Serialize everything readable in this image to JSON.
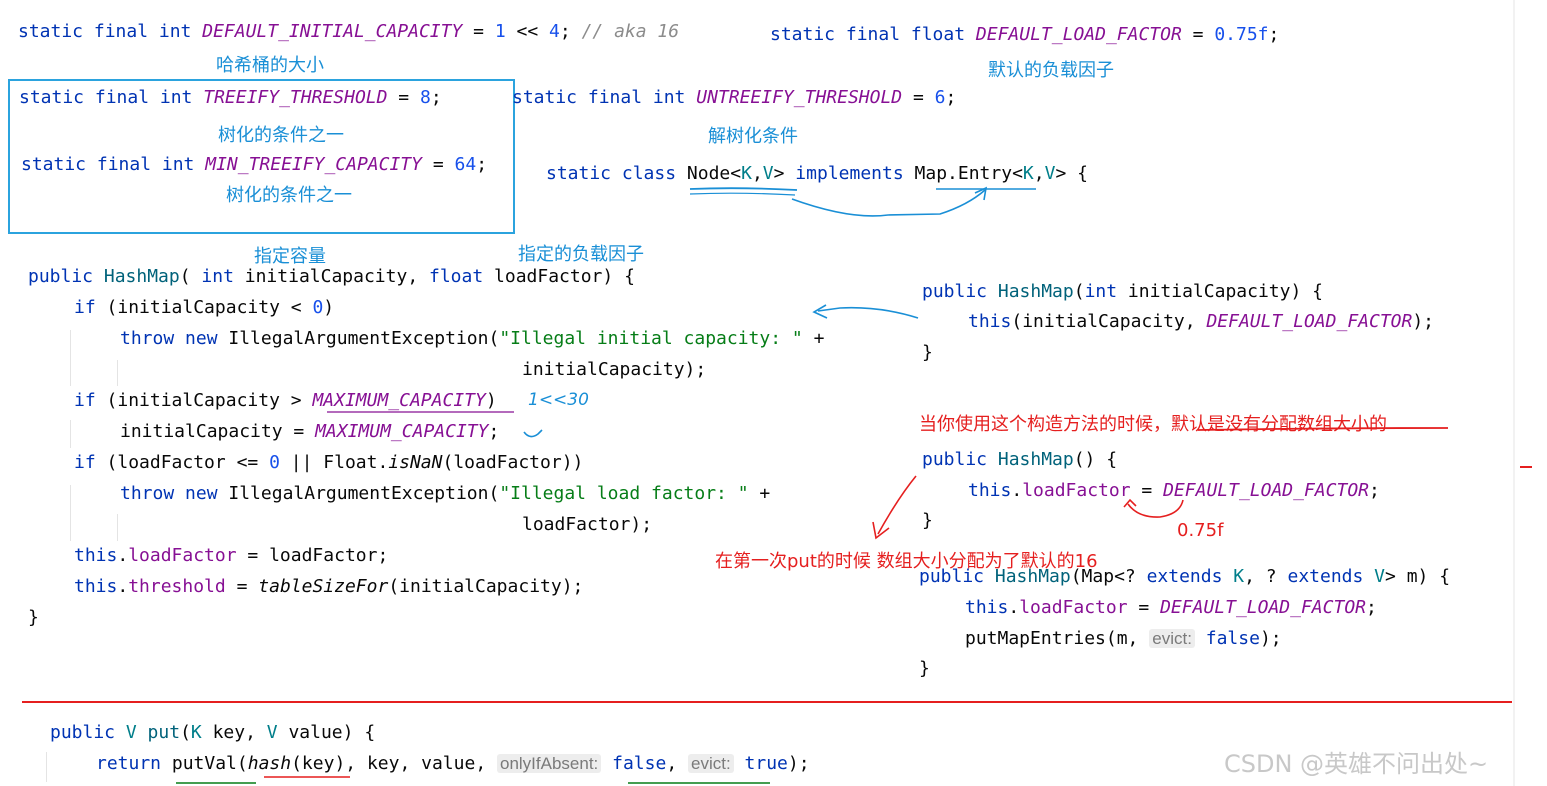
{
  "code": {
    "default_initial_capacity": {
      "prefix": "static final int ",
      "name": "DEFAULT_INITIAL_CAPACITY",
      "eq": " = ",
      "v1": "1",
      "op": " << ",
      "v2": "4",
      "semi": "; ",
      "comment": "// aka 16"
    },
    "default_load_factor": {
      "prefix": "static final float ",
      "name": "DEFAULT_LOAD_FACTOR",
      "eq": " = ",
      "value": "0.75f",
      "semi": ";"
    },
    "treeify_threshold": {
      "prefix": "static final int ",
      "name": "TREEIFY_THRESHOLD",
      "eq": " = ",
      "value": "8",
      "semi": ";"
    },
    "untreeify_threshold": {
      "prefix": "static final int ",
      "name": "UNTREEIFY_THRESHOLD",
      "eq": " = ",
      "value": "6",
      "semi": ";"
    },
    "min_treeify_capacity": {
      "prefix": "static final int ",
      "name": "MIN_TREEIFY_CAPACITY",
      "eq": " = ",
      "value": "64",
      "semi": ";"
    },
    "node_class": {
      "kw": "static class ",
      "name": "Node",
      "gen_open": "<",
      "k": "K",
      "comma": ",",
      "v": "V",
      "gen_close": ">",
      "impl": " implements ",
      "iface": "Map.Entry",
      "iface_gen_open": "<",
      "ik": "K",
      "icomma": ",",
      "iv": "V",
      "rest": "> {"
    },
    "ctor_two": {
      "l1_kw": "public ",
      "l1_name": "HashMap",
      "l1_a": "( ",
      "l1_int": "int",
      "l1_b": " initialCapacity, ",
      "l1_float": "float",
      "l1_c": " loadFactor) {",
      "l2_if": "if",
      "l2_rest": " (initialCapacity < ",
      "l2_num": "0",
      "l2_end": ")",
      "l3_throw": "throw",
      "l3_new": " new",
      "l3_cls": " IllegalArgumentException(",
      "l3_str": "\"Illegal initial capacity: \"",
      "l3_plus": " +",
      "l4": "initialCapacity);",
      "l5_if": "if",
      "l5_rest": " (initialCapacity > ",
      "l5_const": "MAXIMUM_CAPACITY",
      "l5_end": ")",
      "l6_var": "initialCapacity",
      "l6_eq": " = ",
      "l6_const": "MAXIMUM_CAPACITY",
      "l6_end": ";",
      "l7_if": "if",
      "l7_rest": " (loadFactor <= ",
      "l7_num": "0",
      "l7_or": " || Float.",
      "l7_m": "isNaN",
      "l7_end": "(loadFactor))",
      "l8_throw": "throw",
      "l8_new": " new",
      "l8_cls": " IllegalArgumentException(",
      "l8_str": "\"Illegal load factor: \"",
      "l8_plus": " +",
      "l9": "loadFactor);",
      "l10_this": "this",
      "l10_dot": ".",
      "l10_fld": "loadFactor",
      "l10_rest": " = loadFactor;",
      "l11_this": "this",
      "l11_dot": ".",
      "l11_fld": "threshold",
      "l11_eq": " = ",
      "l11_m": "tableSizeFor",
      "l11_rest": "(initialCapacity);",
      "l12": "}"
    },
    "ctor_one": {
      "l1_kw": "public ",
      "l1_name": "HashMap",
      "l1_a": "(",
      "l1_int": "int",
      "l1_b": " initialCapacity) {",
      "l2_this": "this",
      "l2_a": "(initialCapacity, ",
      "l2_const": "DEFAULT_LOAD_FACTOR",
      "l2_b": ");",
      "l3": "}"
    },
    "ctor_zero": {
      "l1_kw": "public ",
      "l1_name": "HashMap",
      "l1_b": "() {",
      "l2_this": "this",
      "l2_dot": ".",
      "l2_fld": "loadFactor",
      "l2_eq": " = ",
      "l2_const": "DEFAULT_LOAD_FACTOR",
      "l2_end": ";",
      "l3": "}"
    },
    "ctor_map": {
      "l1_kw": "public ",
      "l1_name": "HashMap",
      "l1_a": "(Map<? ",
      "l1_ext": "extends",
      "l1_k": " K",
      "l1_b": ", ? ",
      "l1_ext2": "extends",
      "l1_v": " V",
      "l1_c": "> m) {",
      "l2_this": "this",
      "l2_dot": ".",
      "l2_fld": "loadFactor",
      "l2_eq": " = ",
      "l2_const": "DEFAULT_LOAD_FACTOR",
      "l2_end": ";",
      "l3_call": "putMapEntries(m, ",
      "l3_hint": "evict:",
      "l3_false": " false",
      "l3_end": ");",
      "l4": "}"
    },
    "put_method": {
      "l1_kw": "public ",
      "l1_v": "V",
      "l1_name": " put",
      "l1_a": "(",
      "l1_k": "K",
      "l1_b": " key, ",
      "l1_v2": "V",
      "l1_c": " value) {",
      "l2_ret": "return",
      "l2_call": " putVal(",
      "l2_hash": "hash",
      "l2_args": "(key), key, value, ",
      "l2_hint1": "onlyIfAbsent:",
      "l2_false": " false",
      "l2_comma": ", ",
      "l2_hint2": "evict:",
      "l2_true": " true",
      "l2_end": ");"
    }
  },
  "annotations": {
    "bucket_size": "哈希桶的大小",
    "default_load_factor": "默认的负载因子",
    "treeify_cond_1": "树化的条件之一",
    "untreeify_cond": "解树化条件",
    "treeify_cond_2": "树化的条件之一",
    "specified_capacity": "指定容量",
    "specified_load_factor": "指定的负载因子",
    "handwritten_shift": "1<<30",
    "no_array_size_note": "当你使用这个构造方法的时候，默认是没有分配数组大小的",
    "load_factor_value": "0.75f",
    "first_put_note": "在第一次put的时候 数组大小分配为了默认的16"
  },
  "watermark": "CSDN @英雄不问出处~",
  "colors": {
    "keyword": "#0033b3",
    "constant": "#871094",
    "number": "#1750eb",
    "string": "#067d17",
    "annotation_blue": "#1a8fd6",
    "annotation_red": "#e51f1f"
  }
}
